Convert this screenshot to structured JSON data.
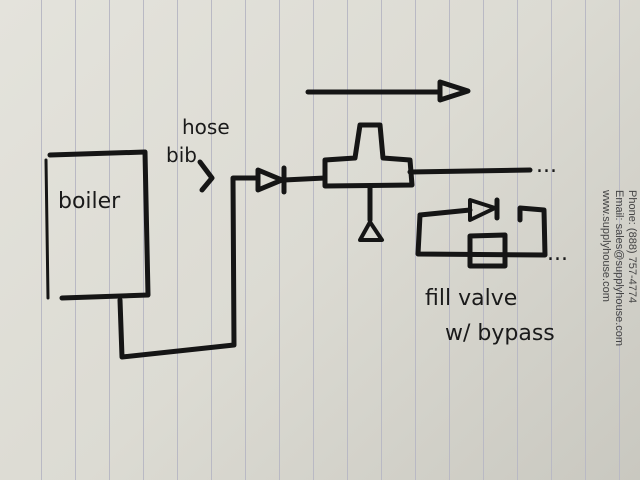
{
  "labels": {
    "boiler": "boiler",
    "hose_bib_1": "hose",
    "hose_bib_2": "bib",
    "fill_valve_1": "fill valve",
    "fill_valve_2": "w/ bypass",
    "ellipsis_top": "...",
    "ellipsis_bottom": "..."
  },
  "letterhead": {
    "phone": "Phone: (888) 757-4774",
    "email": "Email: sales@supplyhouse.com",
    "website": "www.supplyhouse.com"
  }
}
